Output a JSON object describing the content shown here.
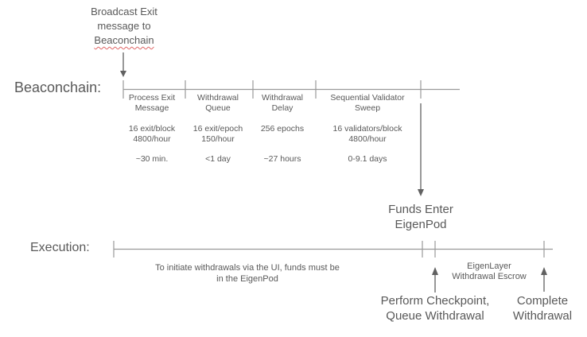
{
  "colors": {
    "text": "#595959",
    "line": "#999999",
    "arrow": "#616161",
    "squiggle": "#e06666"
  },
  "broadcast_note": {
    "line1": "Broadcast Exit",
    "line2": "message to",
    "line3": "Beaconchain"
  },
  "beaconchain": {
    "label": "Beaconchain:",
    "segments": [
      {
        "title1": "Process Exit",
        "title2": "Message",
        "stat1": "16 exit/block",
        "stat2": "4800/hour",
        "duration": "~30 min."
      },
      {
        "title1": "Withdrawal",
        "title2": "Queue",
        "stat1": "16 exit/epoch",
        "stat2": "150/hour",
        "duration": "<1 day"
      },
      {
        "title1": "Withdrawal",
        "title2": "Delay",
        "stat1": "256 epochs",
        "stat2": "",
        "duration": "~27 hours"
      },
      {
        "title1": "Sequential Validator",
        "title2": "Sweep",
        "stat1": "16 validators/block",
        "stat2": "4800/hour",
        "duration": "0-9.1 days"
      }
    ]
  },
  "funds_enter": {
    "line1": "Funds Enter",
    "line2": "EigenPod"
  },
  "execution": {
    "label": "Execution:",
    "note": {
      "line1": "To initiate withdrawals via the UI, funds must be",
      "line2": "in the EigenPod"
    },
    "escrow": {
      "line1": "EigenLayer",
      "line2": "Withdrawal Escrow"
    },
    "perform_checkpoint": {
      "line1": "Perform Checkpoint,",
      "line2": "Queue Withdrawal"
    },
    "complete": {
      "line1": "Complete",
      "line2": "Withdrawal"
    }
  }
}
